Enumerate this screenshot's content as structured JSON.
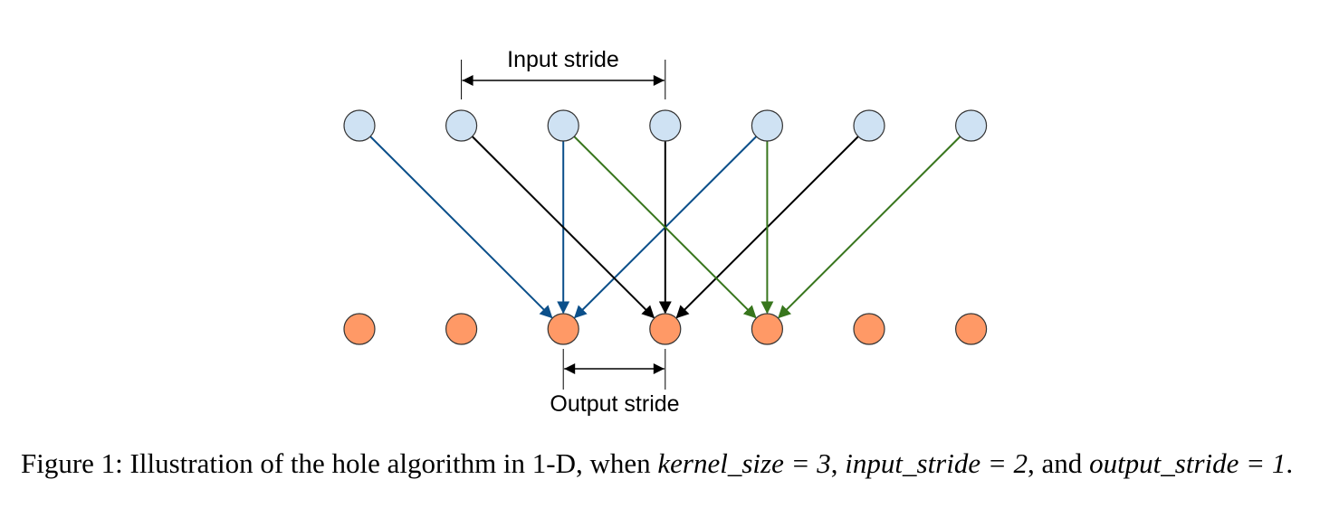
{
  "figure": {
    "labels": {
      "input_stride": "Input stride",
      "output_stride": "Output stride"
    },
    "input_nodes": 7,
    "output_nodes": 7,
    "colors": {
      "input_fill": "#cfe2f3",
      "output_fill": "#ff9966",
      "node_stroke": "#333333",
      "edge_blue": "#0b4f8a",
      "edge_black": "#000000",
      "edge_green": "#38761d"
    },
    "edges": [
      {
        "from": 0,
        "to": 2,
        "color": "edge_blue"
      },
      {
        "from": 2,
        "to": 2,
        "color": "edge_blue"
      },
      {
        "from": 4,
        "to": 2,
        "color": "edge_blue"
      },
      {
        "from": 1,
        "to": 3,
        "color": "edge_black"
      },
      {
        "from": 3,
        "to": 3,
        "color": "edge_black"
      },
      {
        "from": 5,
        "to": 3,
        "color": "edge_black"
      },
      {
        "from": 2,
        "to": 4,
        "color": "edge_green"
      },
      {
        "from": 4,
        "to": 4,
        "color": "edge_green"
      },
      {
        "from": 6,
        "to": 4,
        "color": "edge_green"
      }
    ],
    "input_stride_span": [
      1,
      3
    ],
    "output_stride_span": [
      2,
      3
    ]
  },
  "caption": {
    "prefix": "Figure 1:  Illustration of the hole algorithm in 1-D, when ",
    "kernel_size": "kernel_size = 3",
    "sep1": ", ",
    "input_stride": "input_stride = 2",
    "sep2": ", and ",
    "output_stride": "output_stride = 1",
    "suffix": "."
  }
}
